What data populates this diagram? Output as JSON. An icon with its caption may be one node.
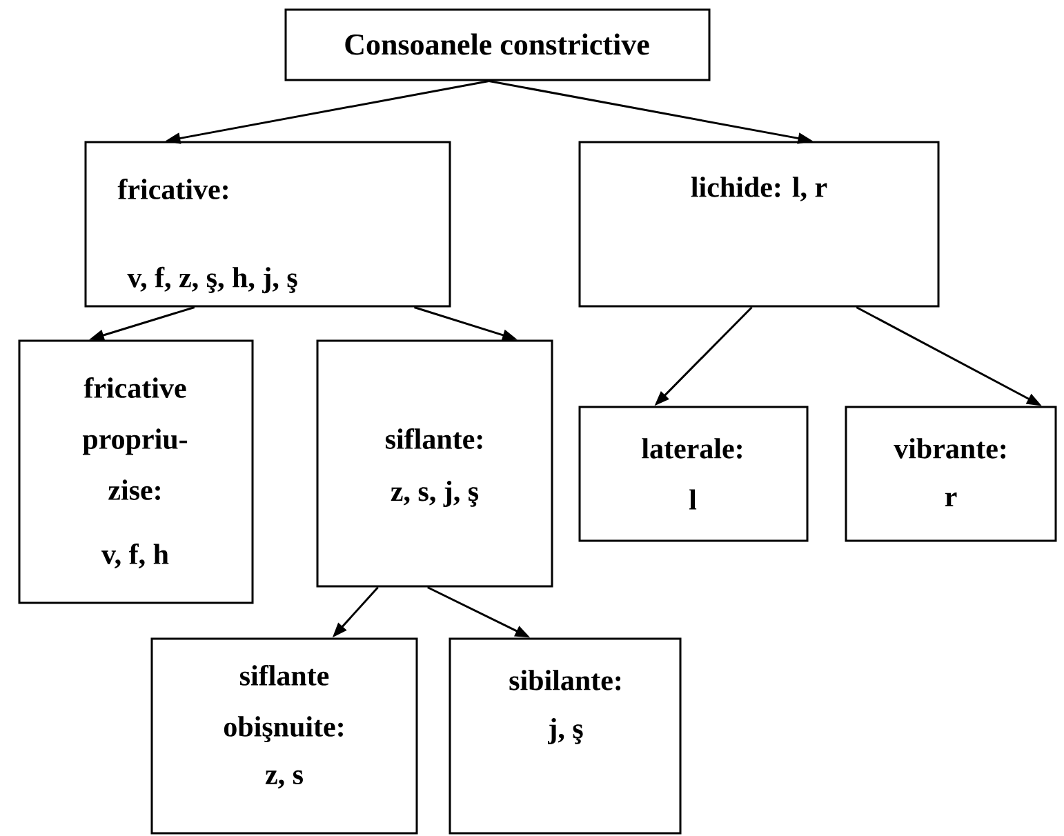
{
  "diagram": {
    "nodes": [
      {
        "text": [
          "Consoanele constrictive"
        ]
      },
      {
        "text": [
          "fricative:",
          "v, f, z, ş, h, j, ş"
        ]
      },
      {
        "text": [
          "lichide: l, r"
        ]
      },
      {
        "text": [
          "fricative propriu-zise:",
          "v, f, h"
        ]
      },
      {
        "text": [
          "siflante:",
          "z, s, j, ş"
        ]
      },
      {
        "text": [
          "laterale:",
          "l"
        ]
      },
      {
        "text": [
          "vibrante:",
          "r"
        ]
      },
      {
        "text": [
          "siflante obişnuite:",
          "z, s"
        ]
      },
      {
        "text": [
          "sibilante:",
          "j, ş"
        ]
      }
    ],
    "edges": [
      {
        "from": 0,
        "to": 1,
        "arrow": "to"
      },
      {
        "from": 0,
        "to": 2,
        "arrow": "to"
      },
      {
        "from": 1,
        "to": 3,
        "arrow": "to"
      },
      {
        "from": 1,
        "to": 4,
        "arrow": "to"
      },
      {
        "from": 2,
        "to": 5,
        "arrow": "to"
      },
      {
        "from": 2,
        "to": 6,
        "arrow": "to"
      },
      {
        "from": 4,
        "to": 7,
        "arrow": "to"
      },
      {
        "from": 4,
        "to": 8,
        "arrow": "to"
      }
    ]
  }
}
